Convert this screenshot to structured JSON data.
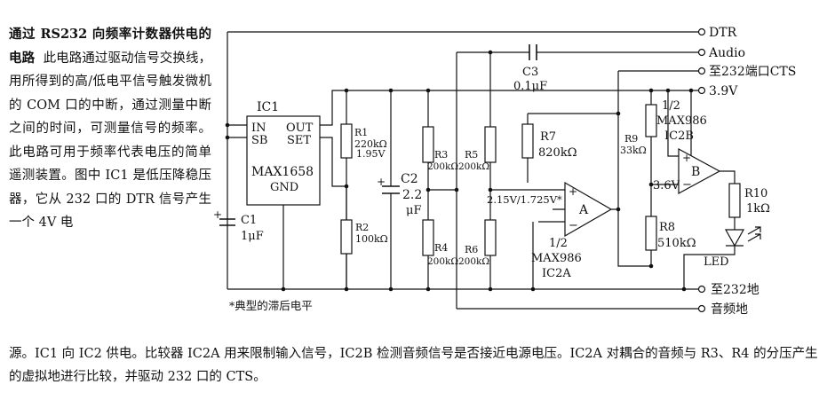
{
  "description": {
    "title": "通过 RS232 向频率计数器供电的电路",
    "body": "此电路通过驱动信号交换线，用所得到的高/低电平信号触发微机的 COM 口的中断，通过测量中断之间的时间，可测量信号的频率。此电路可用于频率代表电压的简单遥测装置。图中 IC1 是低压降稳压器，它从 232 口的 DTR 信号产生一个 4V 电",
    "continuation": "源。IC1 向 IC2 供电。比较器 IC2A 用来限制输入信号，IC2B 检测音频信号是否接近电源电压。IC2A 对耦合的音频与 R3、R4 的分压产生的虚拟地进行比较，并驱动 232 口的 CTS。"
  },
  "terminals": {
    "dtr": "DTR",
    "audio": "Audio",
    "cts": "至232端口CTS",
    "v39": "3.9V",
    "gnd232": "至232地",
    "audio_gnd": "音频地"
  },
  "ic1": {
    "ref": "IC1",
    "part": "MAX1658",
    "pin_in": "IN",
    "pin_sb": "SB",
    "pin_out": "OUT",
    "pin_set": "SET",
    "pin_gnd": "GND"
  },
  "ic2a": {
    "half": "1/2",
    "part": "MAX986",
    "ref": "IC2A",
    "label": "A"
  },
  "ic2b": {
    "half": "1/2",
    "part": "MAX986",
    "ref": "IC2B",
    "label": "B"
  },
  "components": {
    "c1": {
      "ref": "C1",
      "value": "1μF"
    },
    "c2": {
      "ref": "C2",
      "value_a": "2.2",
      "value_b": "μF"
    },
    "c3": {
      "ref": "C3",
      "value": "0.1μF"
    },
    "r1": {
      "ref": "R1",
      "value": "220kΩ",
      "voltage": "1.95V"
    },
    "r2": {
      "ref": "R2",
      "value": "100kΩ"
    },
    "r3": {
      "ref": "R3",
      "value": "200kΩ"
    },
    "r4": {
      "ref": "R4",
      "value": "200kΩ"
    },
    "r5": {
      "ref": "R5",
      "value": "200kΩ"
    },
    "r6": {
      "ref": "R6",
      "value": "200kΩ"
    },
    "r7": {
      "ref": "R7",
      "value": "820kΩ"
    },
    "r8": {
      "ref": "R8",
      "value": "510kΩ"
    },
    "r9": {
      "ref": "R9",
      "value": "33kΩ"
    },
    "r10": {
      "ref": "R10",
      "value": "1kΩ"
    },
    "led": {
      "ref": "LED"
    }
  },
  "annotations": {
    "threshold": "2.15V/1.725V*",
    "v36": "3.6V",
    "plus": "+",
    "minus": "−",
    "c2_plus": "+",
    "c1_plus": "+",
    "footnote": "*典型的滞后电平"
  }
}
